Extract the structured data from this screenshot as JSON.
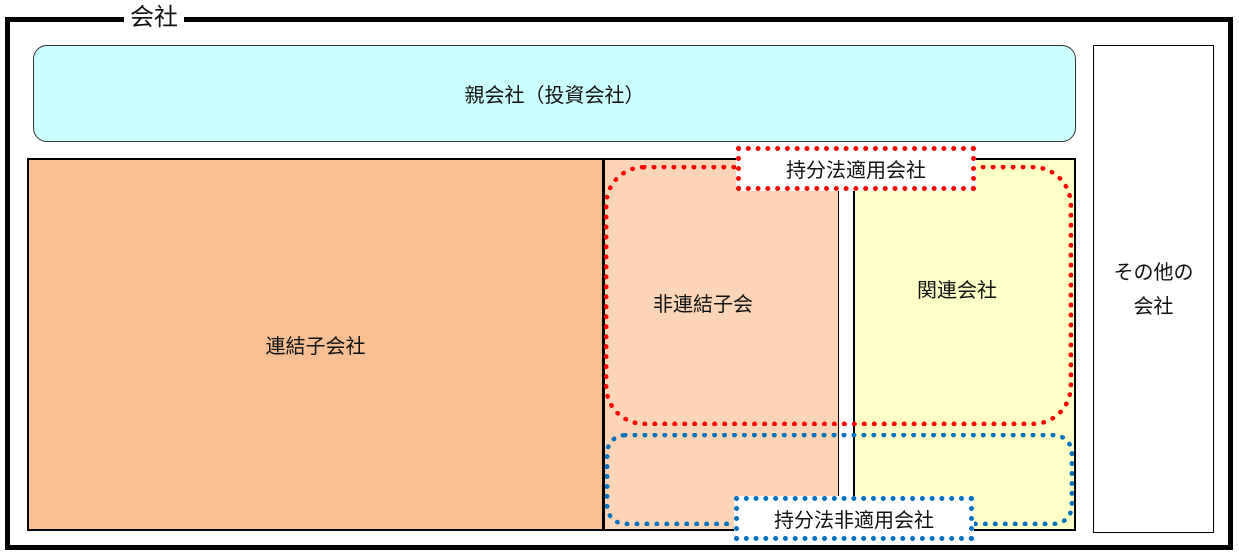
{
  "title": "会社",
  "parent": "親会社（投資会社）",
  "consolidated_subsidiary": "連結子会社",
  "nonconsolidated_subsidiary": "非連結子会",
  "related_company": "関連会社",
  "other_companies": [
    "その他の",
    "会社"
  ],
  "equity_method_applied": "持分法適用会社",
  "equity_method_not_applied": "持分法非適用会社",
  "colors": {
    "parent": "#ccffff",
    "consolidated": "#f8c092",
    "nonconsolidated": "#fbd5b5",
    "related": "#ffffc8",
    "equity_applied": "#ff0000",
    "equity_not_applied": "#0070c0"
  }
}
